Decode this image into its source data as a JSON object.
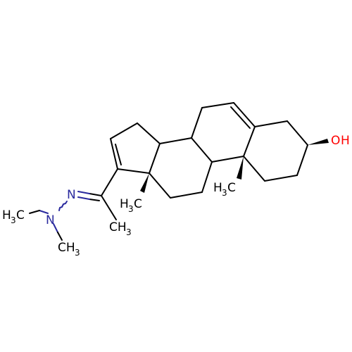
{
  "molecule": {
    "labels": {
      "oh": {
        "O": "O",
        "H": "H"
      },
      "n_imine": "N",
      "n_amine": "N",
      "methyl_c10": {
        "main": "H",
        "sub": "3",
        "tail": "C"
      },
      "methyl_c13": {
        "main": "H",
        "sub": "3",
        "tail": "C"
      },
      "methyl_c21": {
        "main": "CH",
        "sub": "3"
      },
      "n_methyl_left": {
        "main": "H",
        "sub": "3",
        "tail": "C"
      },
      "n_methyl_right": {
        "main": "CH",
        "sub": "3"
      }
    },
    "colors": {
      "bond": "#000000",
      "oxygen": "#ff0000",
      "nitrogen": "#2a2a9e"
    }
  }
}
